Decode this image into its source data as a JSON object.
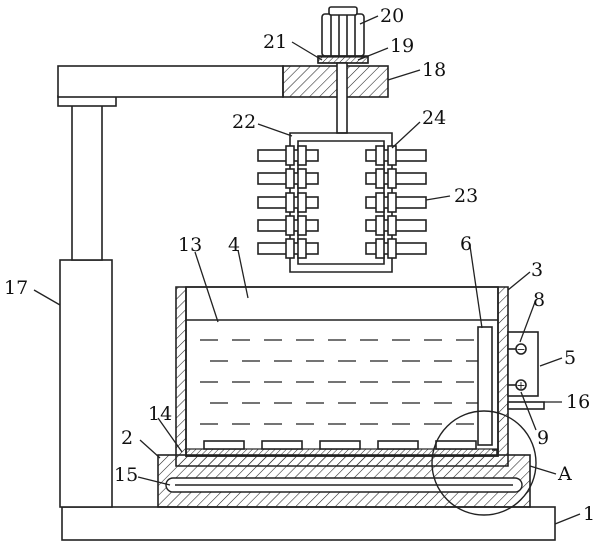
{
  "callouts": {
    "c1": "1",
    "c2": "2",
    "c3": "3",
    "c4": "4",
    "c5": "5",
    "c6": "6",
    "c8": "8",
    "c9": "9",
    "c13": "13",
    "c14": "14",
    "c15": "15",
    "c16": "16",
    "c17": "17",
    "c18": "18",
    "c19": "19",
    "c20": "20",
    "c21": "21",
    "c22": "22",
    "c23": "23",
    "c24": "24",
    "cA": "A"
  },
  "symbols": {
    "minus": "−",
    "plus": "+"
  }
}
